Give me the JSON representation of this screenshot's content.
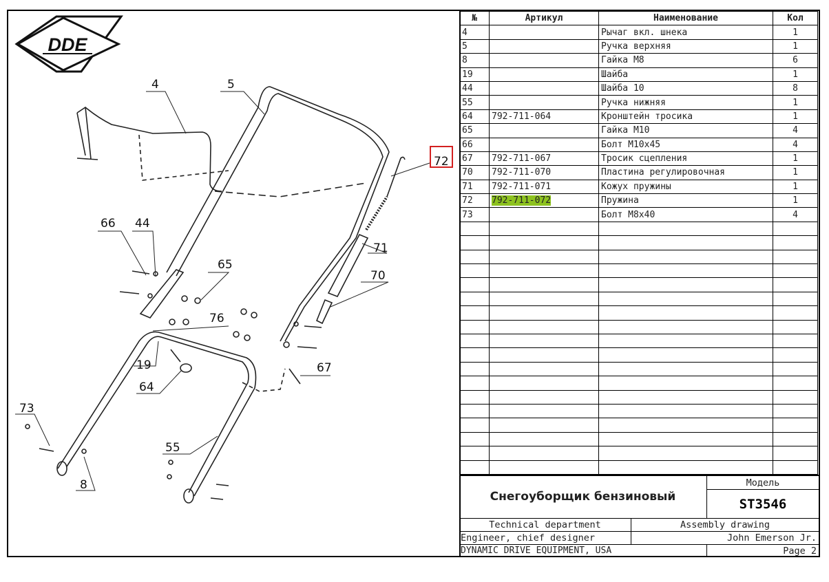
{
  "logo": "DDE",
  "table": {
    "headers": [
      "№",
      "Артикул",
      "Наименование",
      "Кол"
    ],
    "rows": [
      [
        "4",
        "",
        "Рычаг вкл. шнека",
        "1"
      ],
      [
        "5",
        "",
        "Ручка верхняя",
        "1"
      ],
      [
        "8",
        "",
        "Гайка M8",
        "6"
      ],
      [
        "19",
        "",
        "Шайба",
        "1"
      ],
      [
        "44",
        "",
        "Шайба 10",
        "8"
      ],
      [
        "55",
        "",
        "Ручка нижняя",
        "1"
      ],
      [
        "64",
        "792-711-064",
        "Кронштейн тросика",
        "1"
      ],
      [
        "65",
        "",
        "Гайка M10",
        "4"
      ],
      [
        "66",
        "",
        "Болт M10x45",
        "4"
      ],
      [
        "67",
        "792-711-067",
        "Тросик сцепления",
        "1"
      ],
      [
        "70",
        "792-711-070",
        "Пластина регулировочная",
        "1"
      ],
      [
        "71",
        "792-711-071",
        "Кожух пружины",
        "1"
      ],
      [
        "72",
        "792-711-072",
        "Пружина",
        "1"
      ],
      [
        "73",
        "",
        "Болт M8x40",
        "4"
      ]
    ],
    "empty_rows": 18,
    "highlighted_article": "792-711-072",
    "highlight_color": "#8dc21f"
  },
  "title_block": {
    "product_name": "Снегоуборщик бензиновый",
    "model_label": "Модель",
    "model": "ST3546",
    "department": "Technical department",
    "drawing_type": "Assembly drawing",
    "engineer_role": "Engineer, chief designer",
    "engineer_name": "John Emerson Jr.",
    "company": "DYNAMIC DRIVE EQUIPMENT, USA",
    "page": "Page 2"
  },
  "callouts": [
    "4",
    "5",
    "66",
    "44",
    "65",
    "76",
    "19",
    "64",
    "73",
    "8",
    "55",
    "72",
    "71",
    "70",
    "67"
  ],
  "selected_callout": "72",
  "selected_callout_color": "#d32020"
}
